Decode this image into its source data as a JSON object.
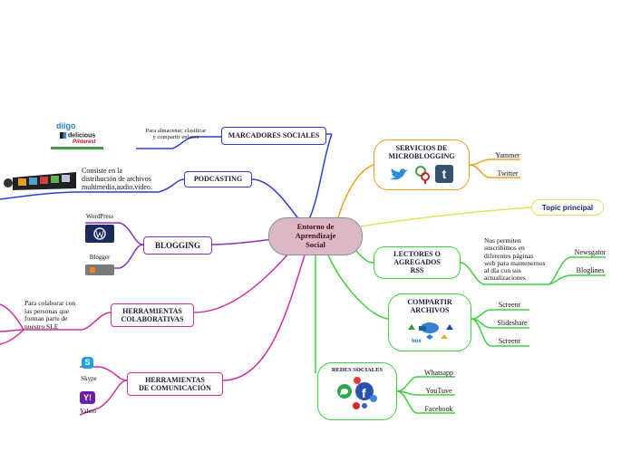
{
  "central": "Entorno de\nAprendizaje\nSocial",
  "topic_principal": "Topic principal",
  "marcadores": {
    "title": "MARCADORES SOCIALES",
    "desc": "Para almacenar, clasificar\ny compartir enlaces",
    "logos": [
      "diigo",
      "delicious",
      "Pinterest"
    ]
  },
  "podcasting": {
    "title": "PODCASTING",
    "desc": "Consiste en la\ndistribución de archivos\nmultimedia,audio,video."
  },
  "blogging": {
    "title": "BLOGGING",
    "items": [
      "WordPress",
      "Blogger"
    ]
  },
  "colaborativas": {
    "title": "HERRAMIENTAS\nCOLABORATIVAS",
    "desc": "Para colaborar con\nlas personas que\nforman parte de\nnuestro SLE"
  },
  "comunicacion": {
    "title": "HERRAMIENTAS\nDE COMUNICACIÓN",
    "items": [
      "Skype",
      "Yahoo"
    ]
  },
  "microblogging": {
    "title": "SERVICIOS DE\nMICROBLOGGING",
    "items": [
      "Yammer",
      "Twitter"
    ]
  },
  "rss": {
    "title": "LECTORES O\nAGREGADOS\nRSS",
    "desc": "Nos permiten\nsuscribimos en\ndiferentes páginas\nweb para mantenernos\nal día con sus\nactualizaciones",
    "items": [
      "Newsgator",
      "Bloglines"
    ]
  },
  "archivos": {
    "title": "COMPARTIR\nARCHIVOS",
    "items": [
      "Screenr",
      "Slideshare",
      "Screenr"
    ],
    "logos": [
      "box"
    ]
  },
  "redes": {
    "title": "REDES SOCIALES",
    "items": [
      "Whatsapp",
      "YouTuve",
      "Facebook"
    ]
  },
  "colors": {
    "blue": "#2f3fd0",
    "purple": "#8f2fbf",
    "magenta": "#d02fa0",
    "orange": "#f0a020",
    "yellow": "#e6e05a",
    "green": "#3fd03f",
    "central_fill": "#ddb7c4"
  }
}
